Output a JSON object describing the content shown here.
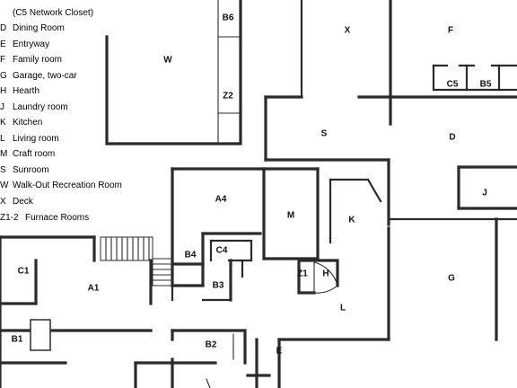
{
  "legend": {
    "title": "(C5 Network Closet)",
    "items": [
      {
        "key": "D",
        "desc": "Dining Room"
      },
      {
        "key": "E",
        "desc": "Entryway"
      },
      {
        "key": "F",
        "desc": "Family room"
      },
      {
        "key": "G",
        "desc": "Garage, two-car"
      },
      {
        "key": "H",
        "desc": "Hearth"
      },
      {
        "key": "J",
        "desc": "Laundry room"
      },
      {
        "key": "K",
        "desc": "Kitchen"
      },
      {
        "key": "L",
        "desc": "Living room"
      },
      {
        "key": "M",
        "desc": "Craft room"
      },
      {
        "key": "S",
        "desc": "Sunroom"
      },
      {
        "key": "W",
        "desc": "Walk-Out Recreation Room"
      },
      {
        "key": "X",
        "desc": "Deck"
      },
      {
        "key": "Z1-2",
        "desc": "Furnace Rooms"
      }
    ]
  },
  "rooms": {
    "b6": "B6",
    "w": "W",
    "z2": "Z2",
    "x": "X",
    "f": "F",
    "c5": "C5",
    "b5": "B5",
    "s": "S",
    "d": "D",
    "a4": "A4",
    "m": "M",
    "k": "K",
    "j": "J",
    "c4": "C4",
    "b4": "B4",
    "b3": "B3",
    "z1": "Z1",
    "h": "H",
    "c1": "C1",
    "a1": "A1",
    "g": "G",
    "l": "L",
    "b1": "B1",
    "b2": "B2",
    "e": "E"
  }
}
